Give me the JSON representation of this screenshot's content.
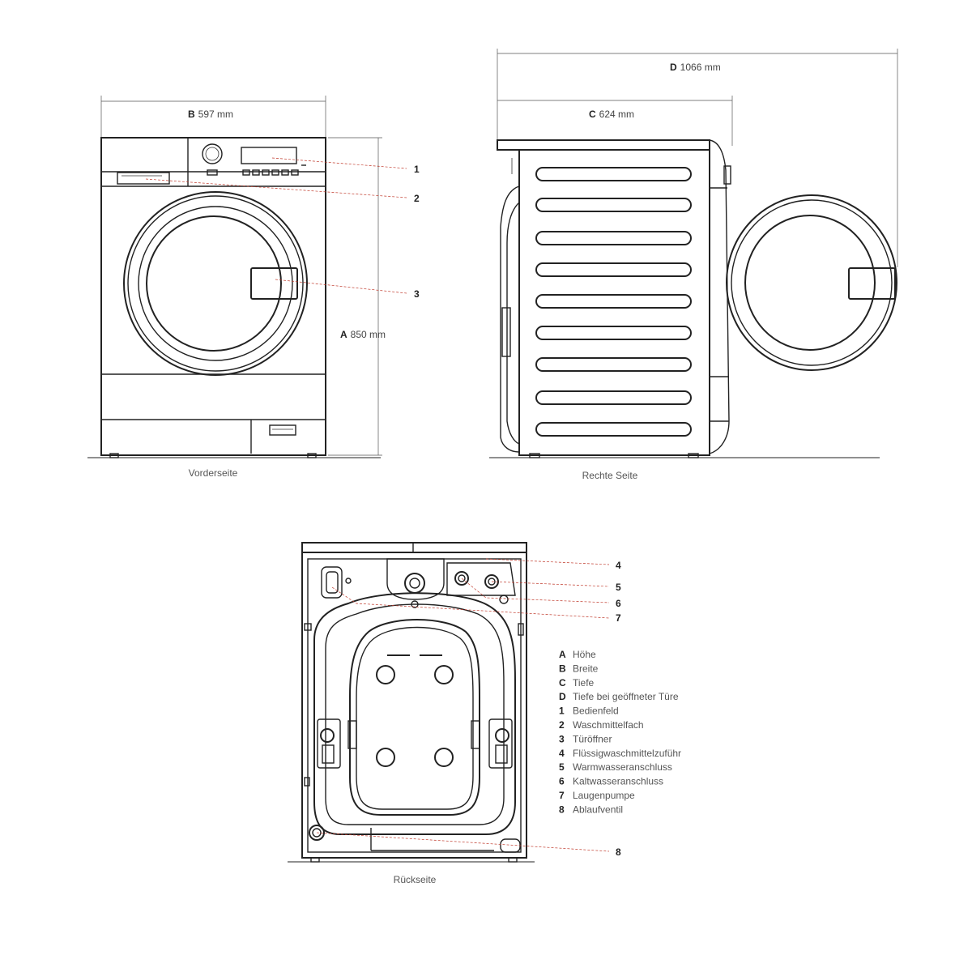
{
  "views": {
    "front": {
      "caption": "Vorderseite",
      "dim_width": {
        "letter": "B",
        "value": "597 mm"
      },
      "dim_height": {
        "letter": "A",
        "value": "850 mm"
      },
      "callouts": [
        "1",
        "2",
        "3"
      ]
    },
    "side": {
      "caption": "Rechte Seite",
      "dim_depth": {
        "letter": "C",
        "value": "624 mm"
      },
      "dim_depth_open": {
        "letter": "D",
        "value": "1066 mm"
      }
    },
    "back": {
      "caption": "Rückseite",
      "callouts": [
        "4",
        "5",
        "6",
        "7",
        "8"
      ]
    }
  },
  "legend": [
    {
      "key": "A",
      "label": "Höhe"
    },
    {
      "key": "B",
      "label": "Breite"
    },
    {
      "key": "C",
      "label": "Tiefe"
    },
    {
      "key": "D",
      "label": "Tiefe bei geöffneter Türe"
    },
    {
      "key": "1",
      "label": "Bedienfeld"
    },
    {
      "key": "2",
      "label": "Waschmittelfach"
    },
    {
      "key": "3",
      "label": "Türöffner"
    },
    {
      "key": "4",
      "label": "Flüssigwaschmittelzuführ"
    },
    {
      "key": "5",
      "label": "Warmwasseranschluss"
    },
    {
      "key": "6",
      "label": "Kaltwasseranschluss"
    },
    {
      "key": "7",
      "label": "Laugenpumpe"
    },
    {
      "key": "8",
      "label": "Ablaufventil"
    }
  ]
}
